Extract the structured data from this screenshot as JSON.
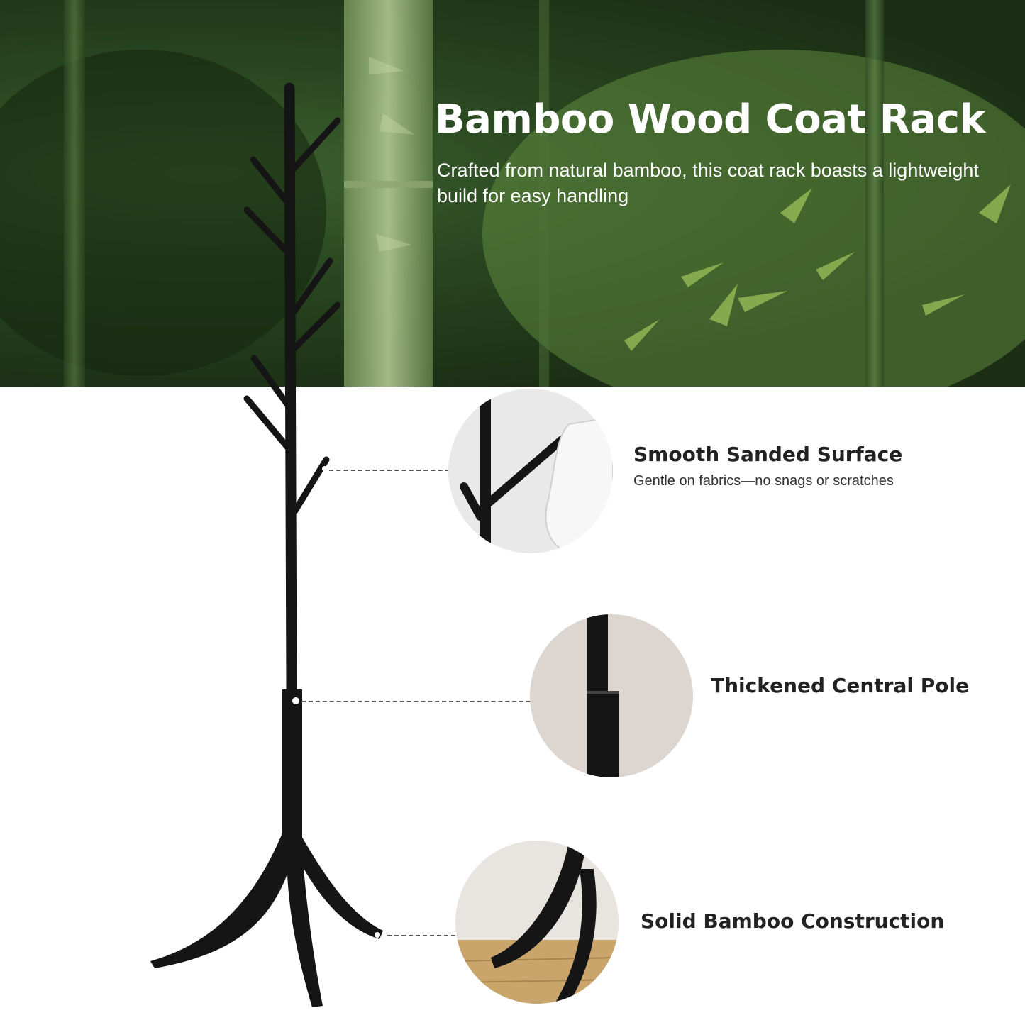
{
  "hero": {
    "title": "Bamboo Wood Coat Rack",
    "description": "Crafted from natural bamboo, this coat rack boasts a lightweight build for easy handling"
  },
  "features": [
    {
      "title": "Smooth Sanded Surface",
      "subtitle": "Gentle on fabrics—no snags or scratches"
    },
    {
      "title": "Thickened Central Pole"
    },
    {
      "title": "Solid Bamboo Construction"
    }
  ],
  "colors": {
    "rack": "#151515",
    "text": "#222222",
    "hero_text": "#ffffff"
  }
}
